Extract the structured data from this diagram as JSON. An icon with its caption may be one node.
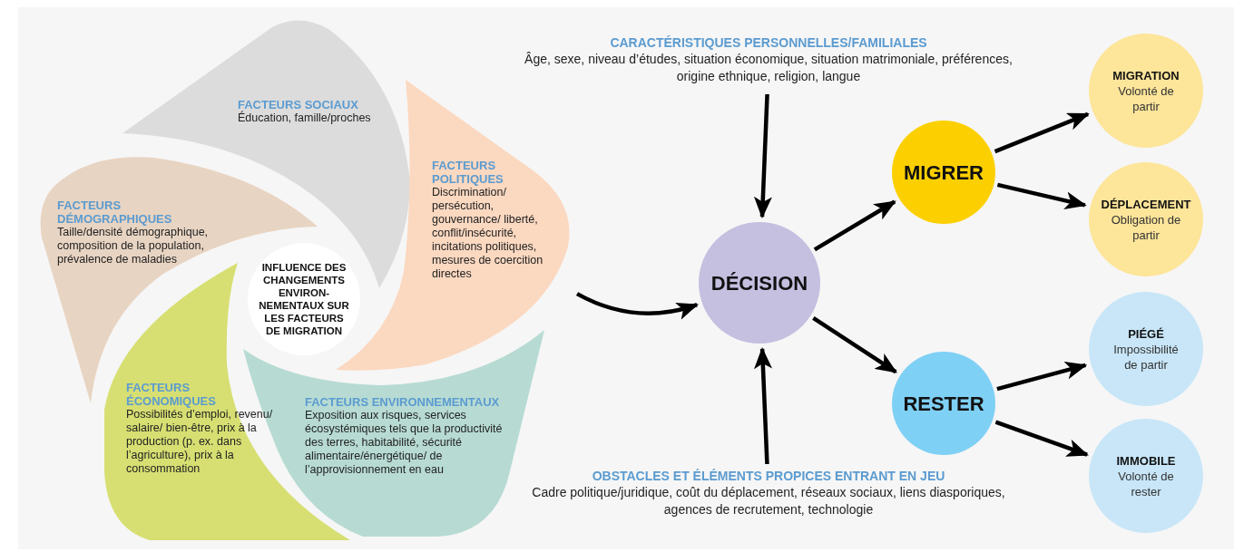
{
  "diagram": {
    "nodes": [
      {
        "text": [
          "INFLUENCE DES CHANGEMENTS ENVIRON-NEMENTAUX SUR LES FACTEURS DE MIGRATION"
        ]
      },
      {
        "text": [
          "FACTEURS SOCIAUX",
          "Éducation, famille/proches"
        ]
      },
      {
        "text": [
          "FACTEURS POLITIQUES",
          "Discrimination/ persécution, gouvernance/ liberté, conflit/insécurité, incitations politiques, mesures de coercition directes"
        ]
      },
      {
        "text": [
          "FACTEURS ENVIRONNEMENTAUX",
          "Exposition aux risques, services écosystémiques tels que la productivité des terres, habitabilité, sécurité alimentaire/énergétique/ de l’approvisionnement en eau"
        ]
      },
      {
        "text": [
          "FACTEURS ÉCONOMIQUES",
          "Possibilités d’emploi, revenu/ salaire/ bien-être, prix à la production (p. ex. dans l’agriculture), prix à la consommation"
        ]
      },
      {
        "text": [
          "FACTEURS DÉMOGRAPHIQUES",
          "Taille/densité démographique, composition de la population, prévalence de maladies"
        ]
      },
      {
        "text": [
          "CARACTÉRISTIQUES PERSONNELLES/FAMILIALES",
          "Âge, sexe, niveau d’études, situation économique, situation matrimoniale, préférences, origine ethnique, religion, langue"
        ]
      },
      {
        "text": [
          "OBSTACLES ET ÉLÉMENTS PROPICES ENTRANT EN JEU",
          "Cadre politique/juridique, coût du déplacement, réseaux sociaux, liens diasporiques, agences de recrutement, technologie"
        ]
      },
      {
        "text": [
          "DÉCISION"
        ]
      },
      {
        "text": [
          "MIGRER"
        ]
      },
      {
        "text": [
          "RESTER"
        ]
      },
      {
        "text": [
          "MIGRATION",
          "Volonté de partir"
        ]
      },
      {
        "text": [
          "DÉPLACEMENT",
          "Obligation de partir"
        ]
      },
      {
        "text": [
          "PIÉGÉ",
          "Impossibilité de partir"
        ]
      },
      {
        "text": [
          "IMMOBILE",
          "Volonté de rester"
        ]
      }
    ],
    "edges": [
      {
        "from": 2,
        "to": 8,
        "arrow": "to"
      },
      {
        "from": 6,
        "to": 8,
        "arrow": "to"
      },
      {
        "from": 7,
        "to": 8,
        "arrow": "to"
      },
      {
        "from": 8,
        "to": 9,
        "arrow": "to"
      },
      {
        "from": 8,
        "to": 10,
        "arrow": "to"
      },
      {
        "from": 9,
        "to": 11,
        "arrow": "to"
      },
      {
        "from": 9,
        "to": 12,
        "arrow": "to"
      },
      {
        "from": 10,
        "to": 13,
        "arrow": "to"
      },
      {
        "from": 10,
        "to": 14,
        "arrow": "to"
      }
    ]
  }
}
